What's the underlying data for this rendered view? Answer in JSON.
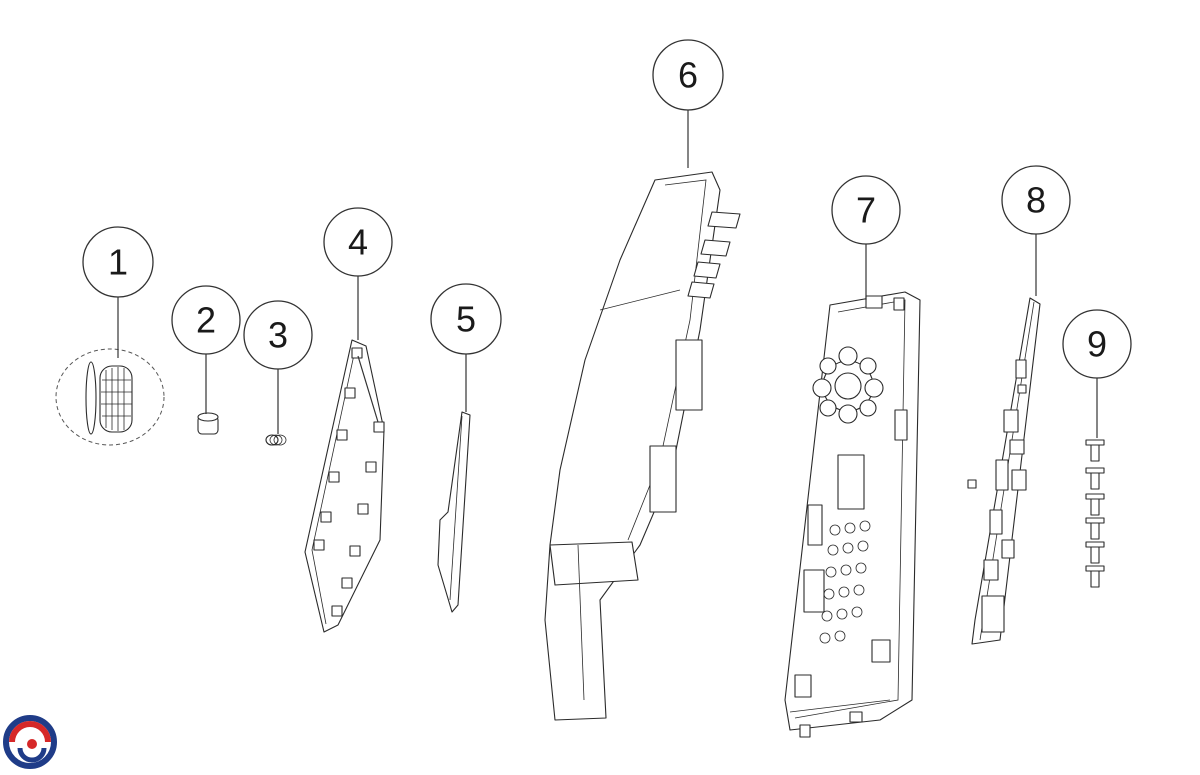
{
  "callouts": [
    {
      "id": "1",
      "label": "1"
    },
    {
      "id": "2",
      "label": "2"
    },
    {
      "id": "3",
      "label": "3"
    },
    {
      "id": "4",
      "label": "4"
    },
    {
      "id": "5",
      "label": "5"
    },
    {
      "id": "6",
      "label": "6"
    },
    {
      "id": "7",
      "label": "7"
    },
    {
      "id": "8",
      "label": "8"
    },
    {
      "id": "9",
      "label": "9"
    }
  ],
  "logo": {
    "icon": "brand-swirl-logo",
    "colors": [
      "#1f3c88",
      "#d62828"
    ]
  },
  "colors": {
    "line": "#2b2b2b",
    "background": "#ffffff"
  }
}
